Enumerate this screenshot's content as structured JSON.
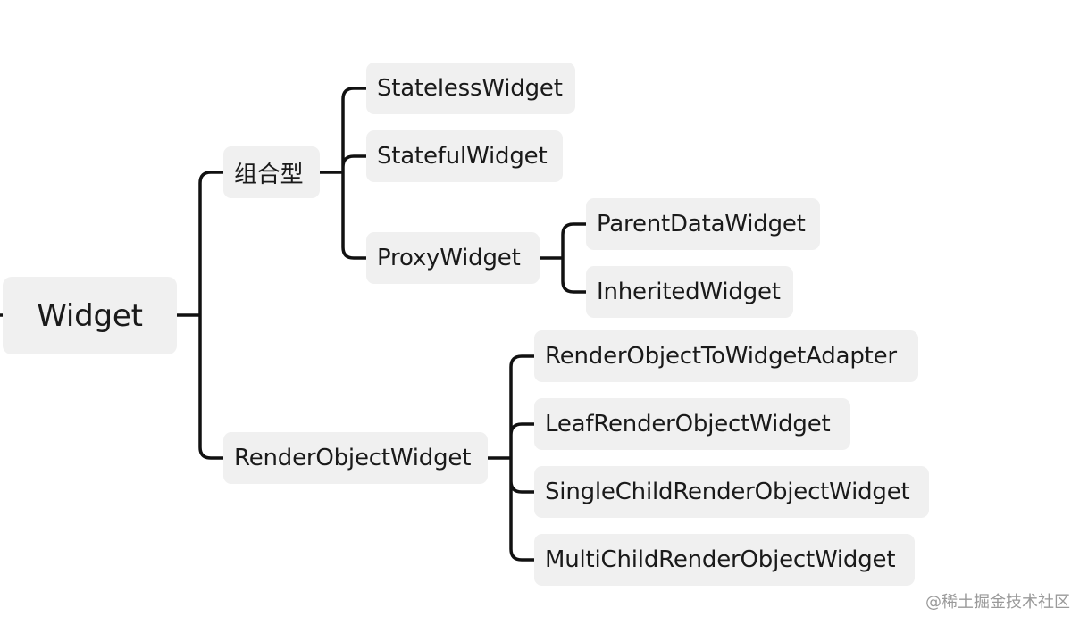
{
  "root": {
    "label": "Widget"
  },
  "branches": {
    "composite": {
      "label": "组合型",
      "children": [
        "StatelessWidget",
        "StatefulWidget",
        "ProxyWidget"
      ]
    },
    "proxy": {
      "children": [
        "ParentDataWidget",
        "InheritedWidget"
      ]
    },
    "render": {
      "label": "RenderObjectWidget",
      "children": [
        "RenderObjectToWidgetAdapter",
        "LeafRenderObjectWidget",
        "SingleChildRenderObjectWidget",
        "MultiChildRenderObjectWidget"
      ]
    }
  },
  "watermark": "@稀土掘金技术社区",
  "colors": {
    "node_fill": "#f0f0f0",
    "connector": "#111111",
    "text": "#1a1a1a"
  }
}
